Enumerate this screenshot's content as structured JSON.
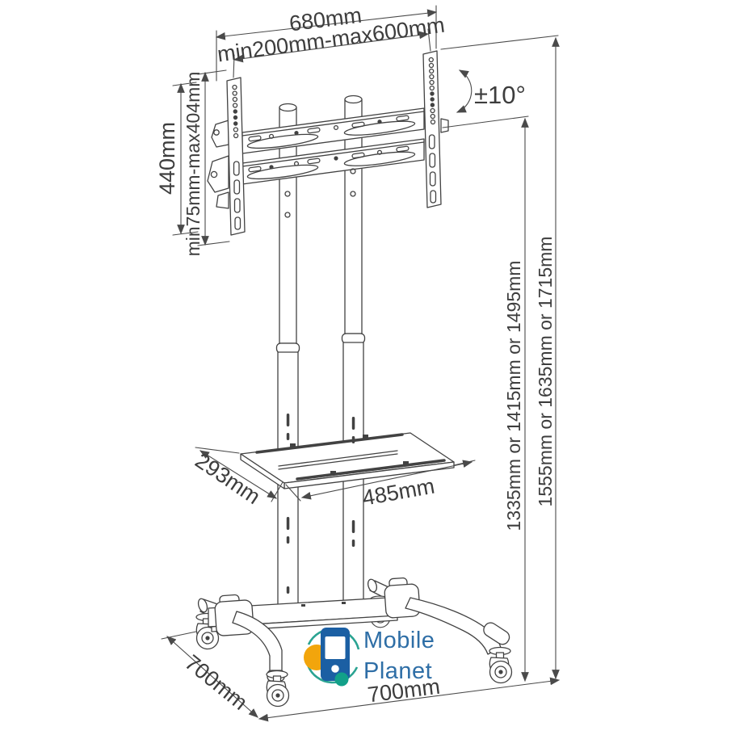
{
  "drawing": {
    "background_color": "#ffffff",
    "line_color": "#424242",
    "dim_line_color": "#4a4a4a",
    "text_color": "#3d3d3d",
    "labels": {
      "top_width": "680mm",
      "mount_width_range": "min200mm-max600mm",
      "bracket_height": "440mm",
      "mount_height_range": "min75mm-max404mm",
      "tilt_angle": "±10°",
      "height_options_column": "1335mm or 1415mm or 1495mm",
      "height_options_total": "1555mm or 1635mm or 1715mm",
      "shelf_depth": "293mm",
      "shelf_width": "485mm",
      "base_depth": "700mm",
      "base_width": "700mm"
    }
  },
  "logo": {
    "line1": "Mobile",
    "line2": "Planet",
    "text_color": "#2e6ea6",
    "phone_color": "#1b5fa3",
    "orbit_color": "#2aa392",
    "orange_dot_color": "#f2a50c",
    "teal_dot_color": "#12a089"
  }
}
